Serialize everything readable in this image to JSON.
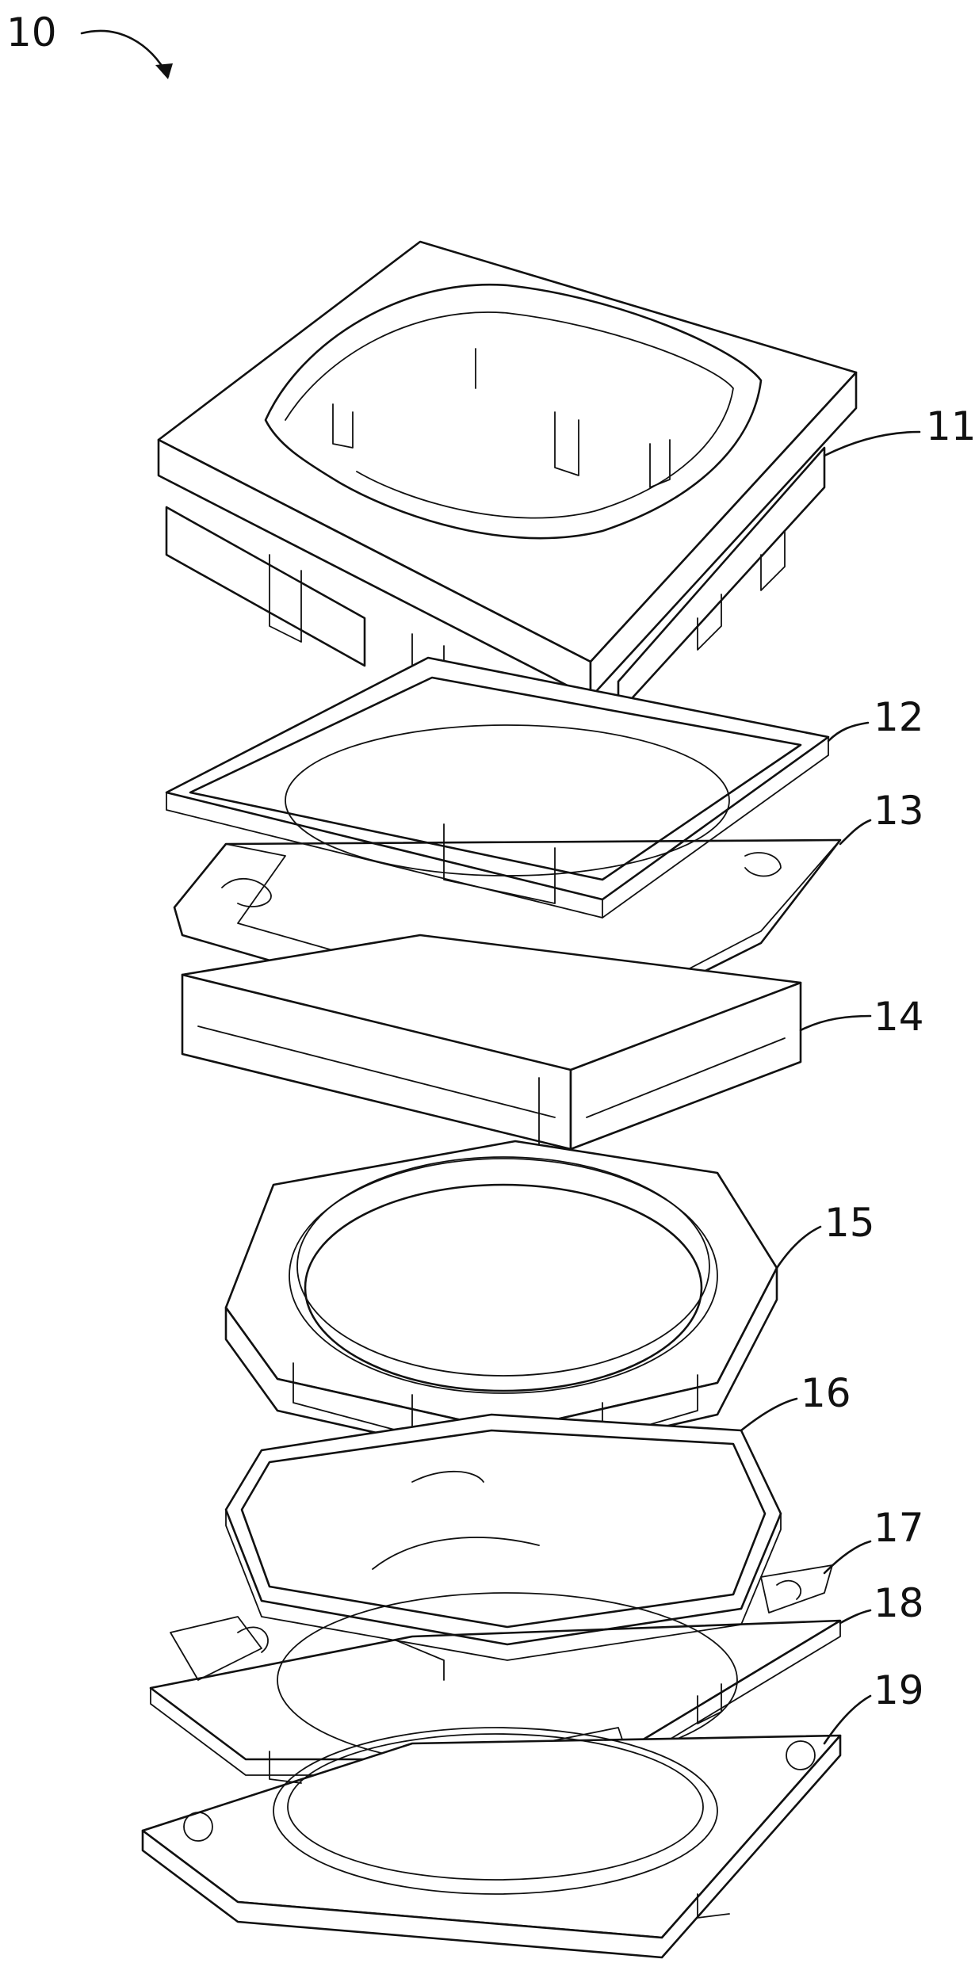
{
  "figure": {
    "assembly_ref": "10",
    "parts": [
      {
        "ref": "11"
      },
      {
        "ref": "12"
      },
      {
        "ref": "13"
      },
      {
        "ref": "14"
      },
      {
        "ref": "15"
      },
      {
        "ref": "16"
      },
      {
        "ref": "17"
      },
      {
        "ref": "18"
      },
      {
        "ref": "19"
      }
    ]
  }
}
